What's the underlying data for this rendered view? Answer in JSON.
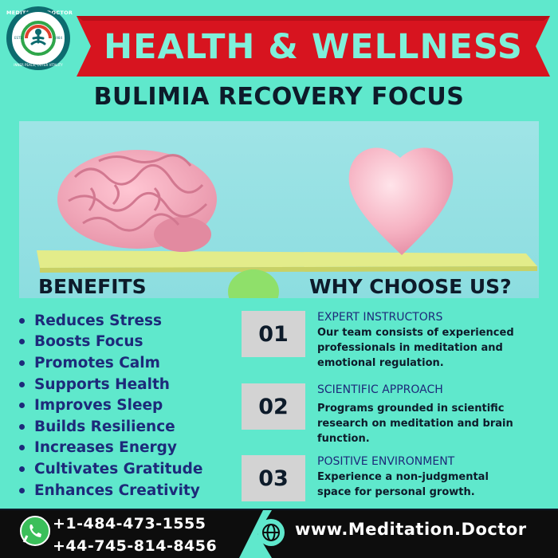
{
  "logo": {
    "brand": "MEDITATION.DOCTOR",
    "tagline": "INNER PEACE, OUTER VITALITY",
    "estd": "ESTD.",
    "year": "1984"
  },
  "header": {
    "title": "HEALTH & WELLNESS",
    "subtitle": "BULIMIA RECOVERY FOCUS"
  },
  "benefits": {
    "heading": "BENEFITS",
    "items": [
      "Reduces Stress",
      "Boosts Focus",
      "Promotes Calm",
      "Supports Health",
      "Improves Sleep",
      "Builds Resilience",
      "Increases Energy",
      "Cultivates Gratitude",
      "Enhances Creativity"
    ]
  },
  "why": {
    "heading": "WHY CHOOSE US?",
    "reasons": [
      {
        "number": "01",
        "title": "EXPERT INSTRUCTORS",
        "description": "Our team consists of experienced professionals in meditation and emotional regulation."
      },
      {
        "number": "02",
        "title": "SCIENTIFIC APPROACH",
        "description": "Programs grounded in scientific research on meditation and brain function."
      },
      {
        "number": "03",
        "title": "POSITIVE ENVIRONMENT",
        "description": "Experience a non-judgmental space for personal growth."
      }
    ]
  },
  "footer": {
    "phone_1": "+1-484-473-1555",
    "phone_2": "+44-745-814-8456",
    "website": "www.Meditation.Doctor"
  },
  "colors": {
    "background": "#5fe8cc",
    "banner_red": "#d7141f",
    "title_mint": "#7ff0da",
    "list_navy": "#1d2a7a",
    "footer_black": "#0d0d0d"
  },
  "icons": {
    "phone": "whatsapp-icon",
    "website": "globe-icon",
    "brain": "brain-illustration",
    "heart": "heart-illustration"
  }
}
